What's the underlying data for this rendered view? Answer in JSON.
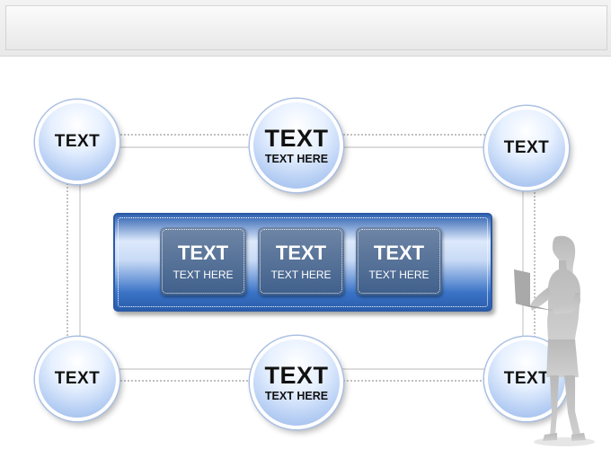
{
  "circles": {
    "top_left": {
      "title": "TEXT"
    },
    "top_center": {
      "title": "TEXT",
      "subtitle": "TEXT HERE"
    },
    "top_right": {
      "title": "TEXT"
    },
    "bottom_left": {
      "title": "TEXT"
    },
    "bottom_center": {
      "title": "TEXT",
      "subtitle": "TEXT HERE"
    },
    "bottom_right": {
      "title": "TEXT"
    }
  },
  "center_panel": {
    "boxes": [
      {
        "title": "TEXT",
        "subtitle": "TEXT HERE"
      },
      {
        "title": "TEXT",
        "subtitle": "TEXT HERE"
      },
      {
        "title": "TEXT",
        "subtitle": "TEXT HERE"
      }
    ]
  },
  "colors": {
    "panel_blue": "#2c5ba6",
    "circle_light_blue": "#b7cff4",
    "box_slate": "#4f6d96",
    "silhouette_gray": "#bdbdbd"
  },
  "icons": {
    "figure": "woman-with-laptop-silhouette"
  }
}
